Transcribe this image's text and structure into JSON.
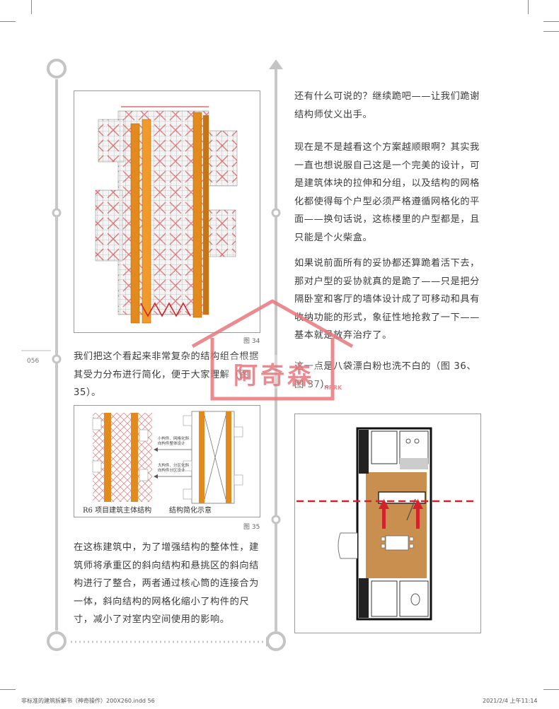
{
  "page": {
    "number": "056"
  },
  "left": {
    "figure34_caption": "图 34",
    "paragraph1": "我们把这个看起来非常复杂的结构组合根据其受力分布进行简化，便于大家理解（图 35）。",
    "figure35": {
      "label_left": "R6 项目建筑主体结构",
      "label_right": "结构简化示意",
      "note_top": "小构件、网格化斜向构件整体设计",
      "note_bottom": "大构件、分区化斜向构件分区设计",
      "caption": "图 35"
    },
    "paragraph2": "在这栋建筑中，为了增强结构的整体性，建筑师将承重区的斜向结构和悬挑区的斜向结构进行了整合，两者通过核心筒的连接合为一体，斜向结构的网格化缩小了构件的尺寸，减小了对室内空间使用的影响。"
  },
  "right": {
    "paragraph1": "还有什么可说的？继续跪吧——让我们跪谢结构师仗义出手。",
    "paragraph2": "现在是不是越看这个方案越顺眼啊？其实我一直也想说服自己这是一个完美的设计，可是建筑体块的拉伸和分组，以及结构的网格化都使得每个户型必须严格遵循网格化的平面——换句话说，这栋楼里的户型都是，且只能是个火柴盒。",
    "paragraph3": "如果说前面所有的妥协都还算跪着活下去，那对户型的妥协就真的是跪了——只是把分隔卧室和客厅的墙体设计成了可移动和具有收纳功能的形式，象征性地抢救了一下——基本就是放弃治疗了。",
    "paragraph4": "这一点是八袋漂白粉也洗不白的（图 36、图 37）。"
  },
  "watermark": {
    "text": "阿奇森",
    "sub": "HRRK",
    "color": "#e8767c"
  },
  "footer": {
    "file": "非标准的建筑拆解书（神奇操作）200X260.indd 56",
    "date": "2021/2/4 上午11:14"
  },
  "colors": {
    "orange": "#e38a1e",
    "red": "#d2232a",
    "wood": "#c98f4e",
    "line": "#c6c6c6"
  }
}
